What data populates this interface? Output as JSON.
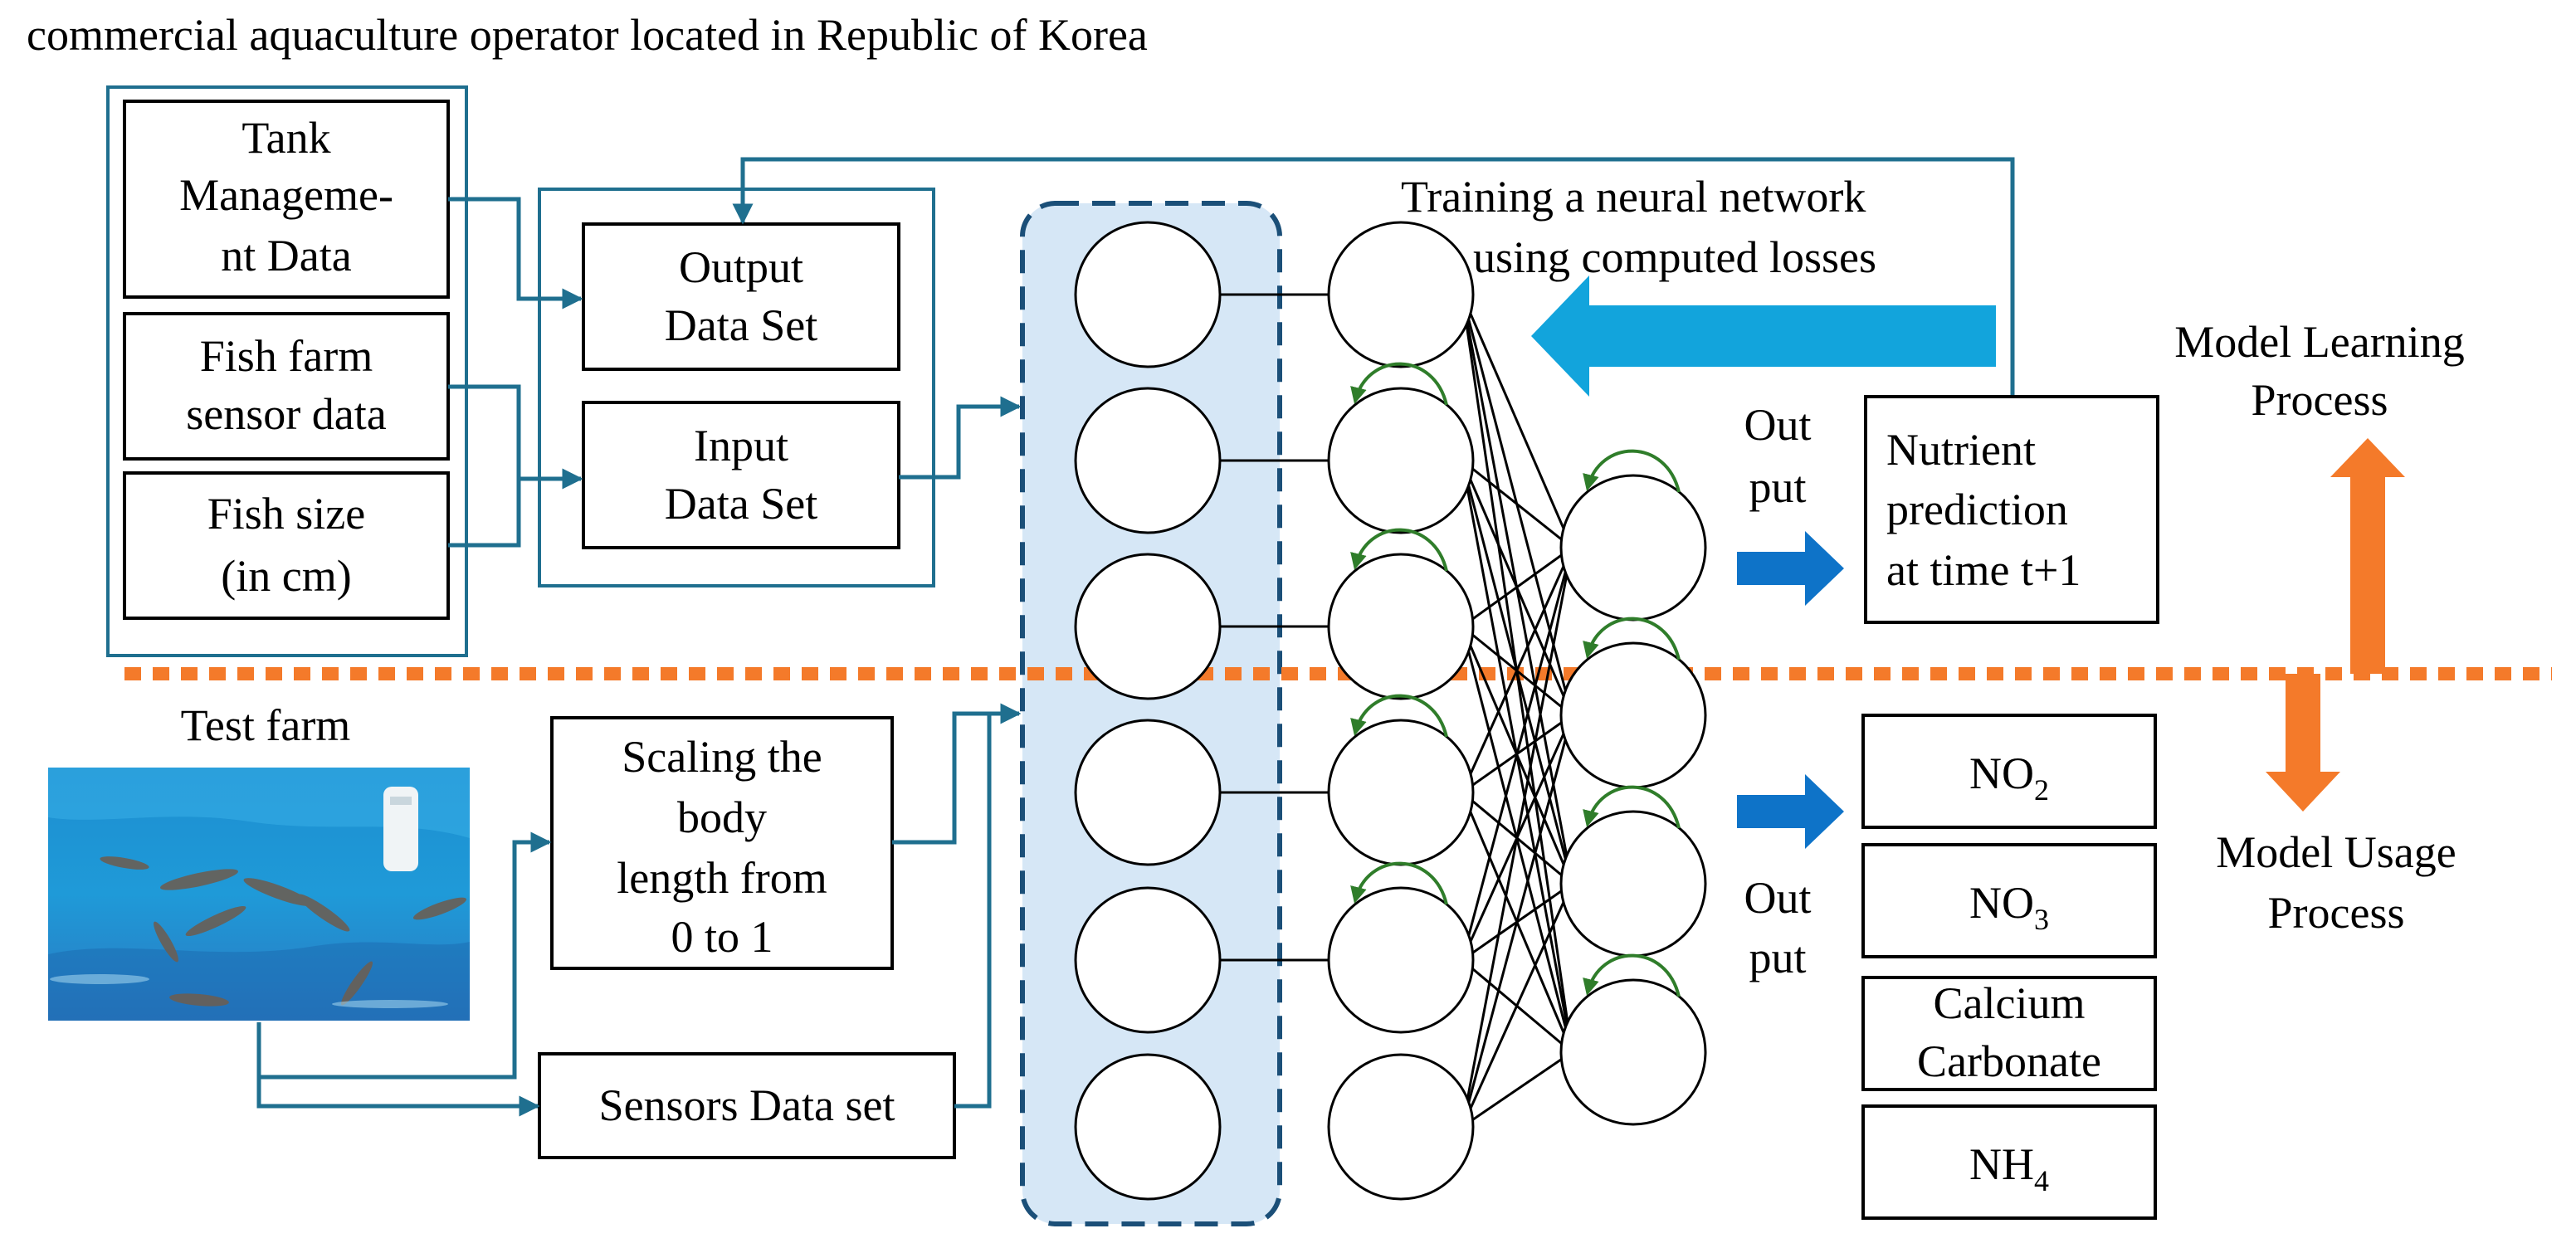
{
  "caption": "commercial aquaculture operator located in Republic of Korea",
  "inputs": {
    "tank_management": [
      "Tank",
      "Manageme-",
      "nt Data"
    ],
    "sensor_data": [
      "Fish farm",
      "sensor data"
    ],
    "fish_size": [
      "Fish size",
      "(in cm)"
    ]
  },
  "datasets": {
    "output": [
      "Output",
      "Data Set"
    ],
    "input": [
      "Input",
      "Data Set"
    ]
  },
  "training_note": [
    "Training a neural network",
    "using computed losses"
  ],
  "output_label_top": [
    "Out",
    "put"
  ],
  "output_label_bottom": [
    "Out",
    "put"
  ],
  "prediction_box": [
    "Nutrient",
    "prediction",
    "at time t+1"
  ],
  "model_learning": [
    "Model Learning",
    "Process"
  ],
  "model_usage": [
    "Model Usage",
    "Process"
  ],
  "test_farm": {
    "label": "Test farm",
    "photo_alt": "photo of fish swimming in a blue aquaculture tank"
  },
  "scaling_box": [
    "Scaling the",
    "body",
    "length from",
    "0 to 1"
  ],
  "sensors_box": "Sensors Data set",
  "outputs": {
    "no2": {
      "base": "NO",
      "sub": "2"
    },
    "no3": {
      "base": "NO",
      "sub": "3"
    },
    "calcium": [
      "Calcium",
      "Carbonate"
    ],
    "nh4": {
      "base": "NH",
      "sub": "4"
    }
  },
  "colors": {
    "teal": "#1f6f8f",
    "dash_blue": "#1b4f78",
    "panel_fill": "#d6e7f6",
    "big_arrow": "#12a4dc",
    "small_arrow": "#0e73c8",
    "orange": "#f47a2a",
    "recurrent": "#2f7d2a"
  }
}
